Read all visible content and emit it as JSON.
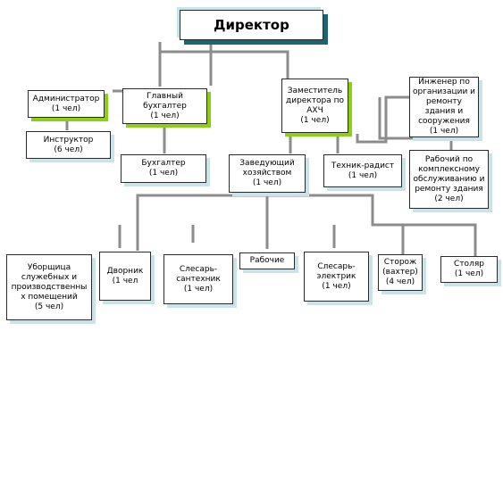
{
  "diagram": {
    "nodes": {
      "director": "Директор",
      "admin": "Администратор\n(1 чел)",
      "chief_accountant": "Главный\nбухгалтер\n(1 чел)",
      "deputy": "Заместитель\nдиректора по\nАХЧ\n(1 чел)",
      "engineer": "Инженер по\nорганизации и\nремонту\nздания и\nсооружения\n(1 чел)",
      "instructor": "Инструктор\n(6 чел)",
      "accountant": "Бухгалтер\n(1 чел)",
      "supply_head": "Заведующий\nхозяйством\n(1 чел)",
      "radio_tech": "Техник-радист\n(1 чел)",
      "repair_worker": "Рабочий по\nкомплексному\nобслуживанию и\nремонту здания\n(2 чел)",
      "cleaner": "Уборщица\nслужебных и\nпроизводственны\nх помещений\n(5 чел)",
      "janitor": "Дворник\n(1 чел",
      "plumber": "Слесарь-\nсантехник\n(1 чел)",
      "workers": "Рабочие",
      "electrician": "Слесарь-\nэлектрик\n(1 чел)",
      "guard": "Сторож\n(вахтер)\n(4 чел)",
      "carpenter": "Столяр\n(1 чел)"
    },
    "colors": {
      "connector": "#8c8c8c",
      "shadow_light": "#c9e3ea",
      "shadow_dark": "#1f6470",
      "accent_green": "#8ccf14"
    }
  }
}
